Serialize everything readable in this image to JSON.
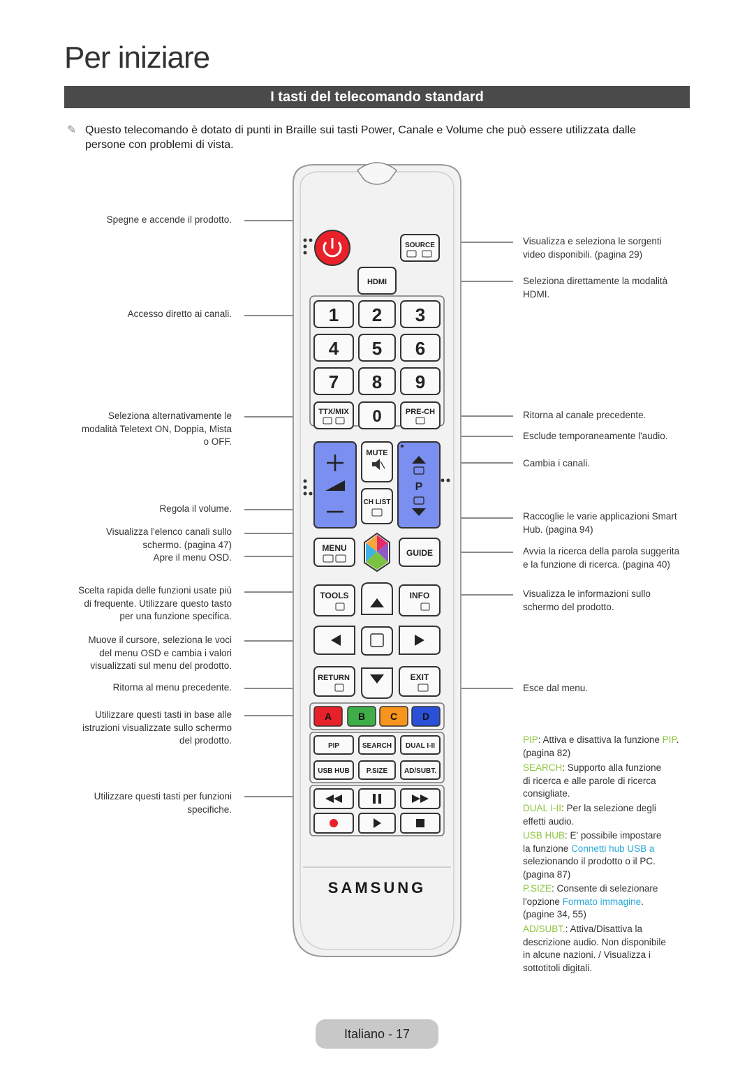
{
  "page": {
    "title": "Per iniziare",
    "section_title": "I tasti del telecomando standard",
    "intro_line1": "Questo telecomando è dotato di punti in Braille sui tasti Power, Canale e Volume che può essere utilizzata dalle",
    "intro_line2": "persone con problemi di vista.",
    "footer": "Italiano - 17"
  },
  "labels_left": [
    {
      "id": "power",
      "lines": [
        "Spegne e accende il prodotto."
      ]
    },
    {
      "id": "digits",
      "lines": [
        "Accesso diretto ai canali."
      ]
    },
    {
      "id": "ttx",
      "lines": [
        "Seleziona alternativamente le",
        "modalità Teletext ON, Doppia, Mista",
        "o OFF."
      ]
    },
    {
      "id": "vol",
      "lines": [
        "Regola il volume."
      ]
    },
    {
      "id": "chlist",
      "lines": [
        "Visualizza l'elenco canali sullo",
        "schermo. (pagina 47)"
      ]
    },
    {
      "id": "menu",
      "lines": [
        "Apre il menu OSD."
      ]
    },
    {
      "id": "tools",
      "lines": [
        "Scelta rapida delle funzioni usate più",
        "di frequente. Utilizzare questo tasto",
        "per una funzione specifica."
      ]
    },
    {
      "id": "nav",
      "lines": [
        "Muove il cursore, seleziona le voci",
        "del menu OSD e cambia i valori",
        "visualizzati sul menu del prodotto."
      ]
    },
    {
      "id": "return",
      "lines": [
        "Ritorna al menu precedente."
      ]
    },
    {
      "id": "abcd",
      "lines": [
        "Utilizzare questi tasti in base alle",
        "istruzioni visualizzate sullo schermo",
        "del prodotto."
      ]
    },
    {
      "id": "media",
      "lines": [
        "Utilizzare questi tasti per funzioni",
        "specifiche."
      ]
    }
  ],
  "labels_right": {
    "source": [
      "Visualizza e seleziona le sorgenti",
      "video disponibili. (pagina 29)"
    ],
    "hdmi": [
      "Seleziona direttamente la modalità",
      "HDMI."
    ],
    "prech": [
      "Ritorna al canale precedente."
    ],
    "mute": [
      "Esclude temporaneamente l'audio."
    ],
    "ch": [
      "Cambia i canali."
    ],
    "smart": [
      "Raccoglie le varie applicazioni Smart",
      "Hub. (pagina 94)"
    ],
    "guide": [
      "Avvia la ricerca della parola suggerita",
      "e la funzione di ricerca. (pagina 40)"
    ],
    "info": [
      "Visualizza le informazioni sullo",
      "schermo del prodotto."
    ],
    "exit": [
      "Esce dal menu."
    ],
    "pip_key": "PIP",
    "pip_text": ": Attiva e disattiva la funzione ",
    "pip_key2": "PIP",
    "pip_end": ".",
    "pip_page": "(pagina 82)",
    "search_key": "SEARCH",
    "search_text": ": Supporto alla funzione",
    "search_l2": "di ricerca e alle parole di ricerca",
    "search_l3": "consigliate.",
    "dual_key": "DUAL I-II",
    "dual_text": ": Per la selezione degli",
    "dual_l2": "effetti audio.",
    "usb_key": "USB HUB",
    "usb_text": ": E' possibile impostare",
    "usb_l2a": "la funzione ",
    "usb_link": "Connetti hub USB a",
    "usb_l3": "selezionando il prodotto o il PC.",
    "usb_l4": "(pagina 87)",
    "psize_key": "P.SIZE",
    "psize_text": ": Consente di selezionare",
    "psize_l2a": "l'opzione ",
    "psize_link": "Formato immagine",
    "psize_l2b": ".",
    "psize_l3": "(pagine 34, 55)",
    "ad_key": "AD/SUBT.",
    "ad_text": ": Attiva/Disattiva la",
    "ad_l2": "descrizione audio. Non disponibile",
    "ad_l3": "in alcune nazioni. / Visualizza i",
    "ad_l4": "sottotitoli digitali."
  },
  "remote": {
    "brand": "SAMSUNG",
    "source": "SOURCE",
    "hdmi": "HDMI",
    "digits": [
      "1",
      "2",
      "3",
      "4",
      "5",
      "6",
      "7",
      "8",
      "9"
    ],
    "zero": "0",
    "ttx": "TTX/MIX",
    "prech": "PRE-CH",
    "mute": "MUTE",
    "chlist": "CH LIST",
    "p": "P",
    "menu": "MENU",
    "guide": "GUIDE",
    "tools": "TOOLS",
    "info": "INFO",
    "return": "RETURN",
    "exit": "EXIT",
    "color_keys": [
      "A",
      "B",
      "C",
      "D"
    ],
    "row1": [
      "PIP",
      "SEARCH",
      "DUAL I-II"
    ],
    "row2": [
      "USB HUB",
      "P.SIZE",
      "AD/SUBT."
    ]
  },
  "colors": {
    "power_red": "#e8212a",
    "vol_blue": "#7b8ff0",
    "key_a": "#e62129",
    "key_b": "#3fae49",
    "key_c": "#f7941d",
    "key_d": "#2b50d8",
    "accent_green": "#8cc63e",
    "accent_blue": "#2aa8d8"
  }
}
